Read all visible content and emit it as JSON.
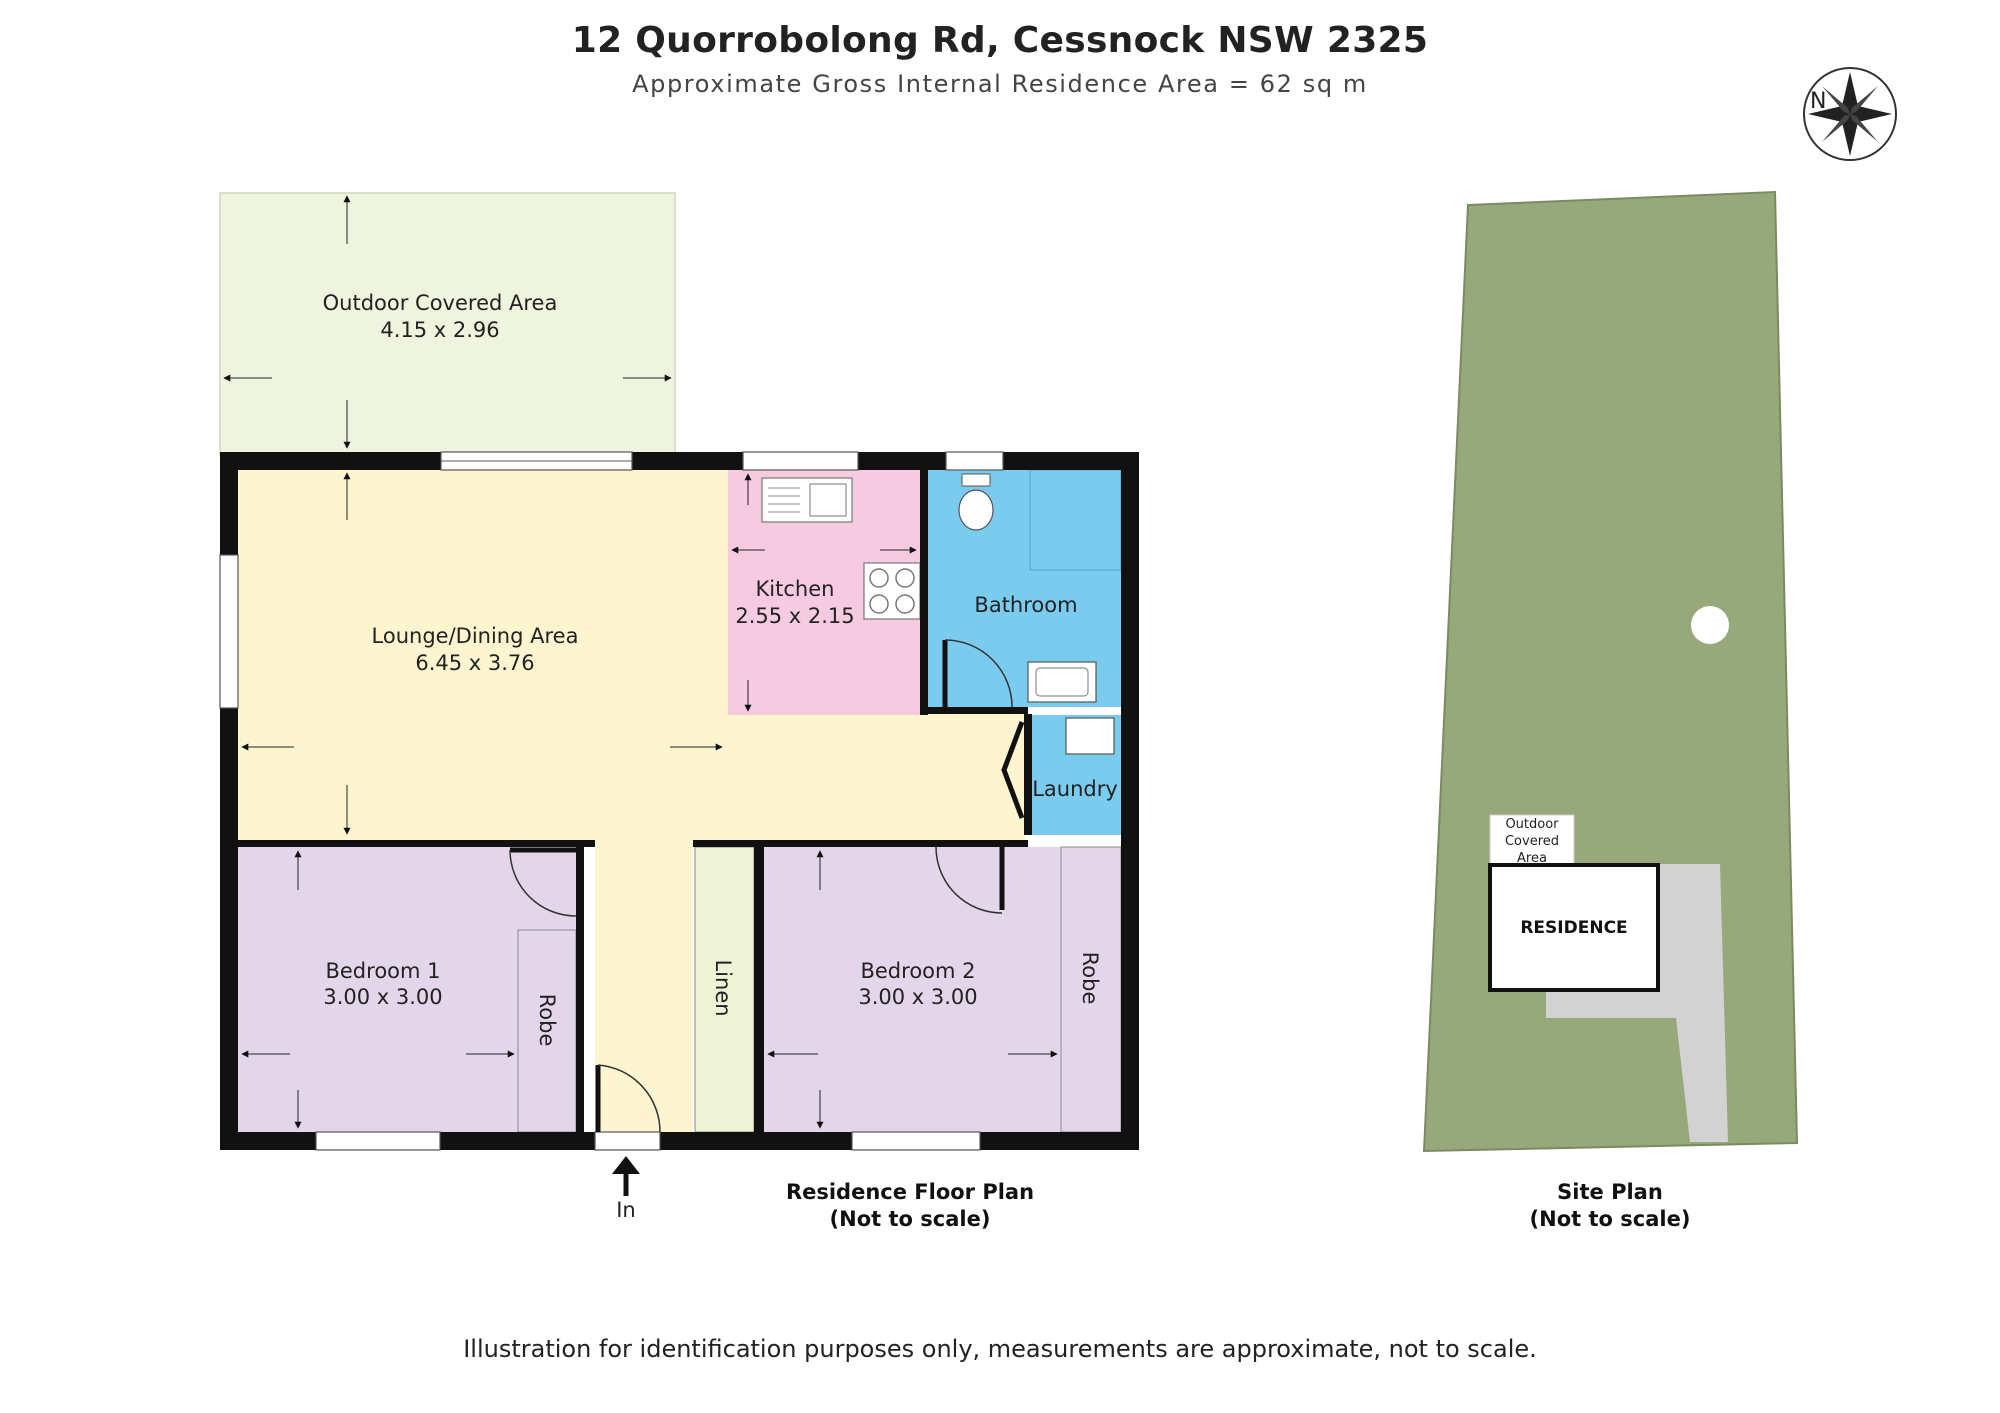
{
  "header": {
    "title": "12 Quorrobolong Rd, Cessnock NSW 2325",
    "subtitle": "Approximate Gross Internal Residence Area = 62 sq m"
  },
  "compass": {
    "label": "N"
  },
  "floor_plan": {
    "rooms": {
      "outdoor": {
        "name": "Outdoor Covered Area",
        "dims": "4.15 x 2.96",
        "color": "#eef4dd"
      },
      "lounge": {
        "name": "Lounge/Dining Area",
        "dims": "6.45 x 3.76",
        "color": "#fdf5cf"
      },
      "kitchen": {
        "name": "Kitchen",
        "dims": "2.55 x 2.15",
        "color": "#f6cbe1"
      },
      "bathroom": {
        "name": "Bathroom",
        "color": "#7bcbef"
      },
      "laundry": {
        "name": "Laundry",
        "color": "#7bcbef"
      },
      "bedroom1": {
        "name": "Bedroom 1",
        "dims": "3.00 x 3.00",
        "color": "#e4d6ea"
      },
      "bedroom2": {
        "name": "Bedroom 2",
        "dims": "3.00 x 3.00",
        "color": "#e4d6ea"
      },
      "robe1": {
        "name": "Robe"
      },
      "robe2": {
        "name": "Robe"
      },
      "linen": {
        "name": "Linen"
      }
    },
    "entry_label": "In",
    "caption_line1": "Residence Floor Plan",
    "caption_line2": "(Not to scale)"
  },
  "site_plan": {
    "outdoor_label": [
      "Outdoor",
      "Covered",
      "Area"
    ],
    "residence_label": "RESIDENCE",
    "caption_line1": "Site Plan",
    "caption_line2": "(Not to scale)",
    "lot_color": "#97a97a",
    "driveway_color": "#d2d2d2"
  },
  "footer": "Illustration for identification purposes only, measurements are approximate, not to scale."
}
